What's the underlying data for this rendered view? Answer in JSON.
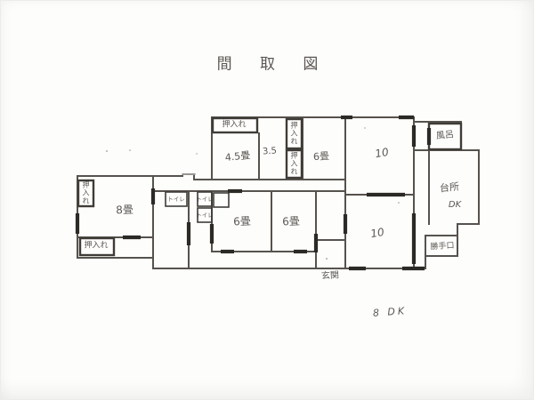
{
  "document": {
    "title": "間 取 図",
    "summary_note": "8 DK"
  },
  "colors": {
    "paper": "#fdfdfc",
    "ink": "#56524c",
    "ink_dark": "#2c2a27"
  },
  "rooms": {
    "tatami_45": "4.5畳",
    "room_35": "3.5",
    "tatami_6_north": "6畳",
    "room_10_north": "10",
    "bath": "風呂",
    "kitchen": "台所",
    "kitchen_dk": "DK",
    "back_door": "勝手口",
    "tatami_8": "8畳",
    "tatami_6_center_left": "6畳",
    "tatami_6_center_right": "6畳",
    "room_10_south": "10",
    "entrance": "玄関"
  },
  "closets": {
    "north_top": "押入れ",
    "north_column_upper": "押入れ",
    "north_column_lower": "押入れ",
    "west_upper": "押入れ",
    "west_lower": "押入れ"
  },
  "toilets": {
    "t1": "トイレ",
    "t2": "トイレ",
    "t3": "トイレ"
  }
}
